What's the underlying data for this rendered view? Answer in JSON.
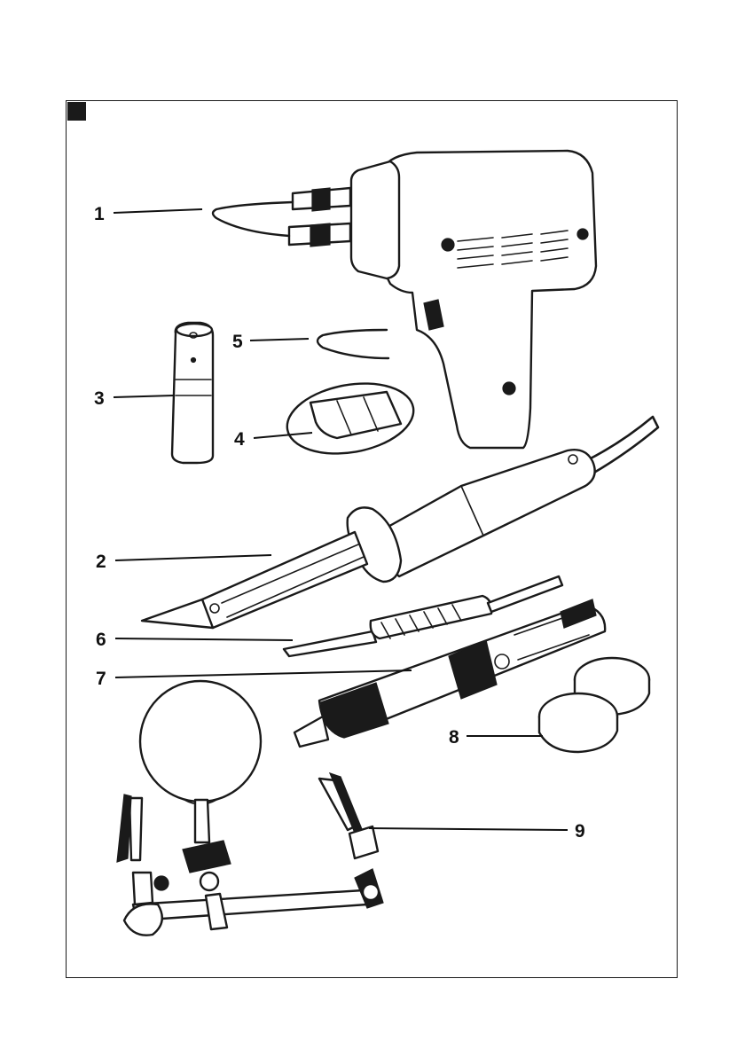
{
  "figure": {
    "callouts": [
      {
        "id": "1",
        "text": "1"
      },
      {
        "id": "2",
        "text": "2"
      },
      {
        "id": "3",
        "text": "3"
      },
      {
        "id": "4",
        "text": "4"
      },
      {
        "id": "5",
        "text": "5"
      },
      {
        "id": "6",
        "text": "6"
      },
      {
        "id": "7",
        "text": "7"
      },
      {
        "id": "8",
        "text": "8"
      },
      {
        "id": "9",
        "text": "9"
      }
    ],
    "parts": [
      {
        "id": "1",
        "icon": "soldering-gun-tip-icon"
      },
      {
        "id": "2",
        "icon": "soldering-iron-icon"
      },
      {
        "id": "3",
        "icon": "tip-sleeve-icon"
      },
      {
        "id": "4",
        "icon": "sponge-tray-icon"
      },
      {
        "id": "5",
        "icon": "spare-tip-icon"
      },
      {
        "id": "6",
        "icon": "screwdriver-tool-icon"
      },
      {
        "id": "7",
        "icon": "desoldering-pump-icon"
      },
      {
        "id": "8",
        "icon": "solder-paste-tins-icon"
      },
      {
        "id": "9",
        "icon": "helping-hands-magnifier-icon"
      }
    ]
  }
}
